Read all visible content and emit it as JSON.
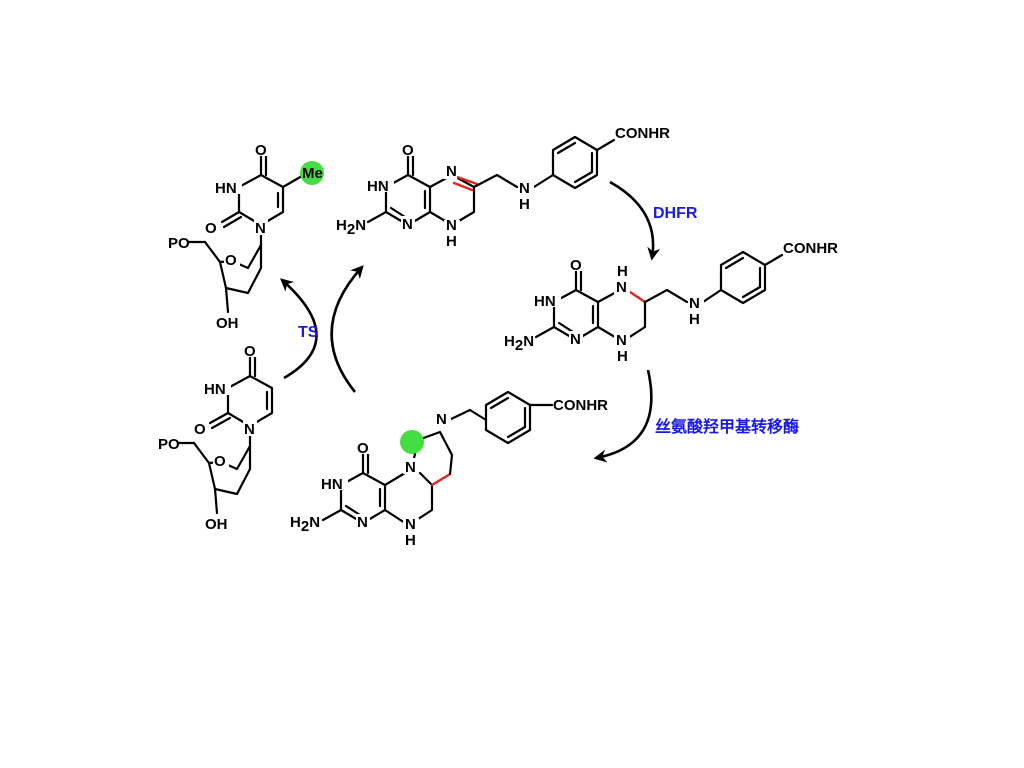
{
  "labels": {
    "O": "O",
    "N": "N",
    "H": "H",
    "HN": "HN",
    "NH": "N",
    "OH": "OH",
    "PO_P": "P",
    "PO_O": "O",
    "Me": "Me",
    "H2N_H": "H",
    "H2N_2": "2",
    "H2N_N": "N",
    "CONHR": "CONHR"
  },
  "arrows": {
    "dhfr": "DHFR",
    "shmt": "丝氨酸羟甲基转移酶",
    "ts": "TS"
  },
  "colors": {
    "highlight": "#44dd44",
    "red_bond": "#e0261e",
    "enzyme": "#1a1ae6",
    "phosphate": "#e619e6"
  }
}
